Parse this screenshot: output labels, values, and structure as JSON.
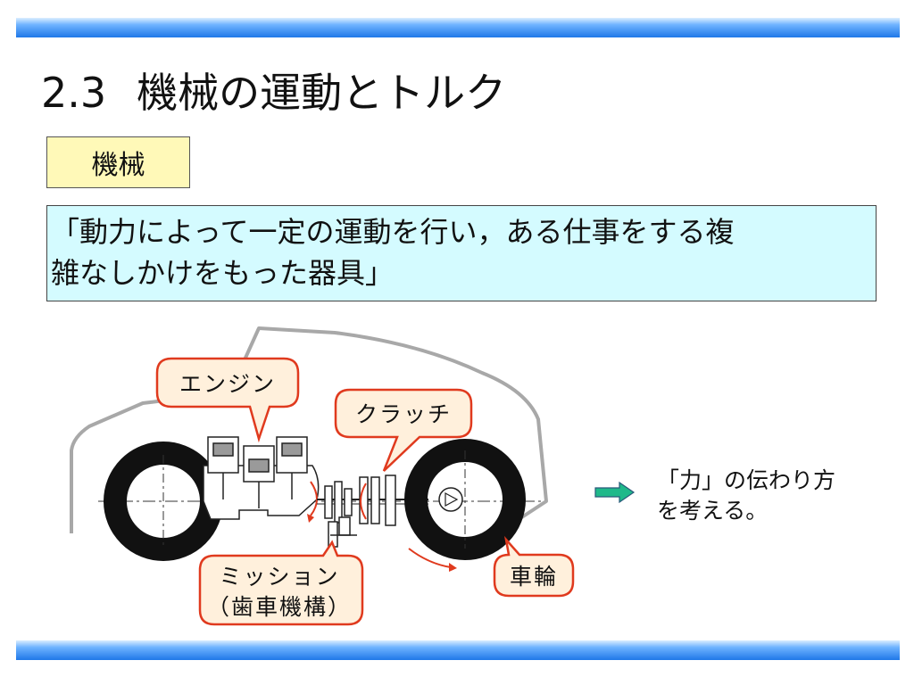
{
  "title": {
    "number": "2.3",
    "text": "機械の運動とトルク"
  },
  "label": "機械",
  "definition": {
    "line1": "「動力によって一定の運動を行い，ある仕事をする複",
    "line2": "雑なしかけをもった器具」"
  },
  "callouts": {
    "engine": "エンジン",
    "clutch": "クラッチ",
    "mission_line1": "ミッション",
    "mission_line2": "（歯車機構）",
    "wheel": "車輪"
  },
  "note": {
    "line1": "「力」の伝わり方",
    "line2": "を考える。"
  },
  "colors": {
    "label_bg": "#fff9b8",
    "definition_bg": "#d4fbff",
    "callout_bg": "#fff0dc",
    "callout_border": "#e03a1e",
    "arrow": "#1fb98a",
    "bar_blue": "#1f78e8"
  },
  "icons": {
    "arrow": "right-arrow-icon"
  }
}
